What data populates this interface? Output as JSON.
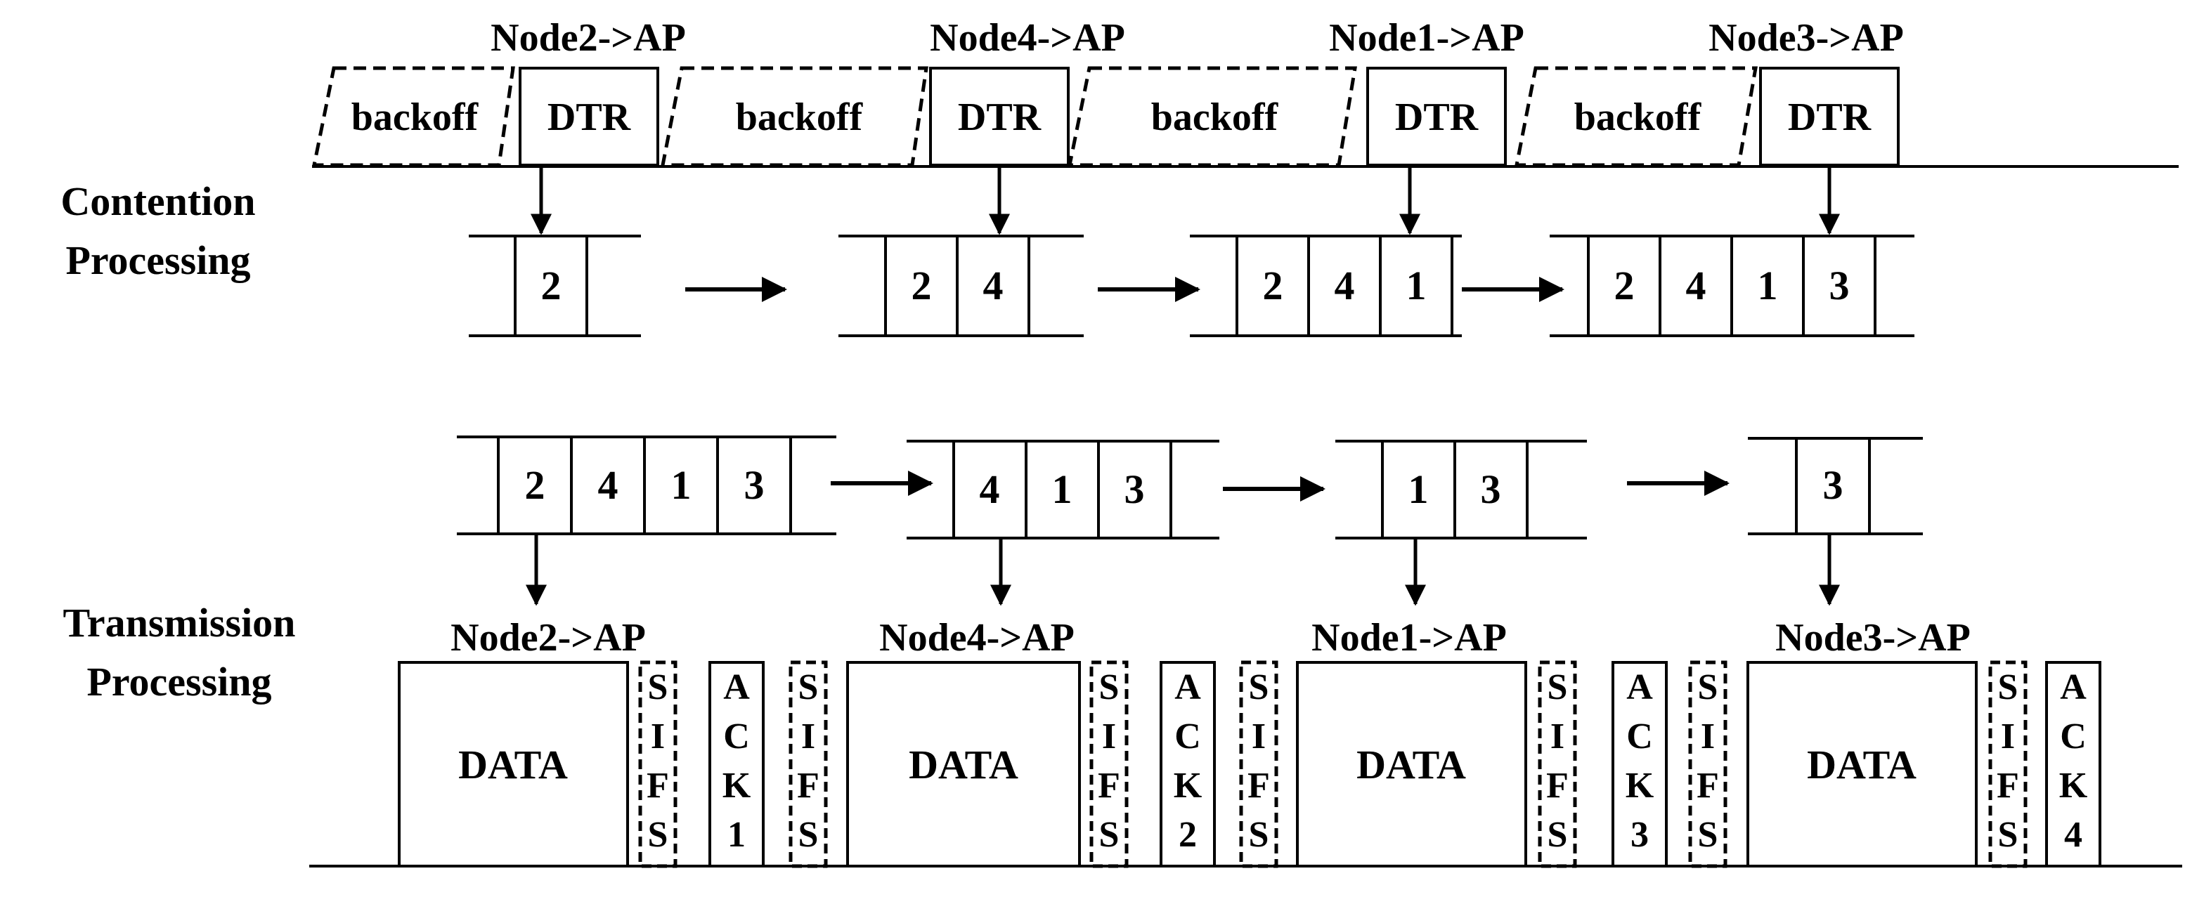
{
  "contention": {
    "label_line1": "Contention",
    "label_line2": "Processing",
    "backoff_label": "backoff",
    "dtr_label": "DTR",
    "senders": [
      "Node2->AP",
      "Node4->AP",
      "Node1->AP",
      "Node3->AP"
    ],
    "queues": [
      [
        "2"
      ],
      [
        "2",
        "4"
      ],
      [
        "2",
        "4",
        "1"
      ],
      [
        "2",
        "4",
        "1",
        "3"
      ]
    ]
  },
  "transmission": {
    "label_line1": "Transmission",
    "label_line2": "Processing",
    "queues": [
      [
        "2",
        "4",
        "1",
        "3"
      ],
      [
        "4",
        "1",
        "3"
      ],
      [
        "1",
        "3"
      ],
      [
        "3"
      ]
    ],
    "senders": [
      "Node2->AP",
      "Node4->AP",
      "Node1->AP",
      "Node3->AP"
    ],
    "data_label": "DATA",
    "sifs_letters": [
      "S",
      "I",
      "F",
      "S"
    ],
    "acks": [
      [
        "A",
        "C",
        "K",
        "1"
      ],
      [
        "A",
        "C",
        "K",
        "2"
      ],
      [
        "A",
        "C",
        "K",
        "3"
      ],
      [
        "A",
        "C",
        "K",
        "4"
      ]
    ]
  }
}
